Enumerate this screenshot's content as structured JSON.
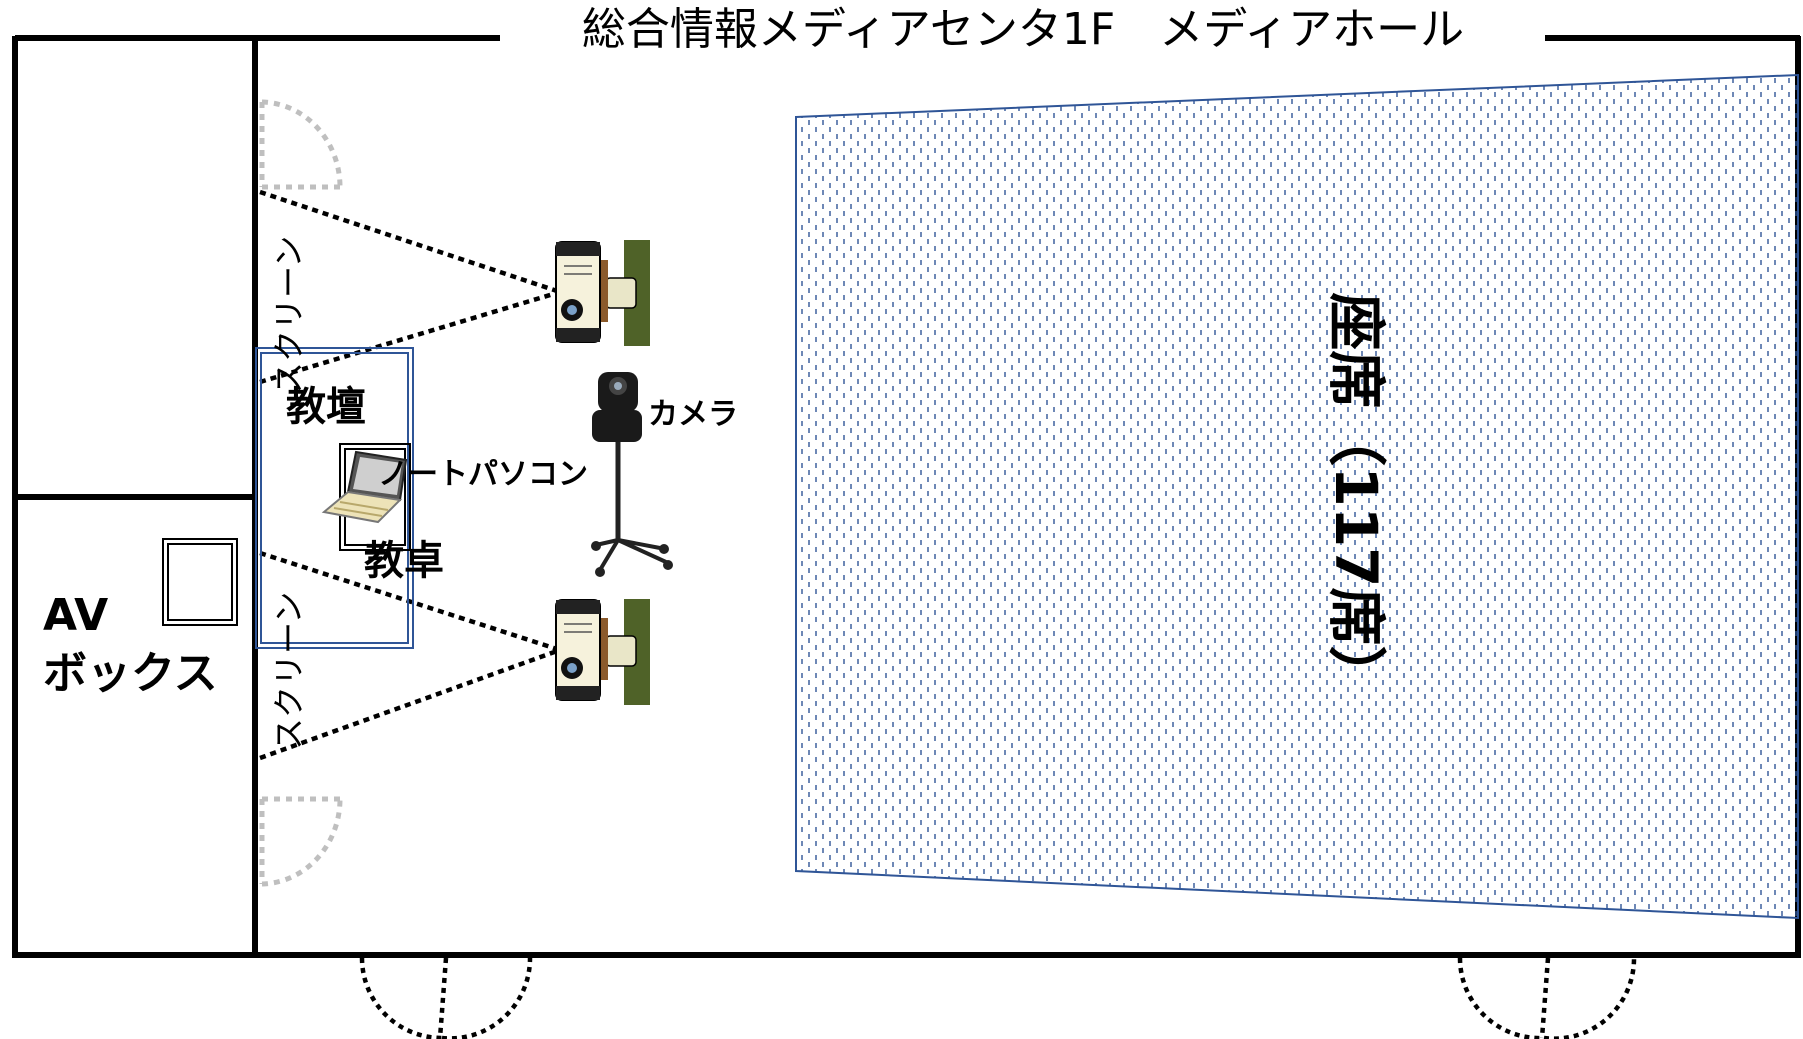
{
  "title": "総合情報メディアセンタ1F　メディアホール",
  "labels": {
    "av_box_line1": "AV",
    "av_box_line2": "ボックス",
    "screen_top": "スクリーン",
    "screen_bottom": "スクリーン",
    "podium": "教壇",
    "laptop": "ノートパソコン",
    "desk": "教卓",
    "camera": "カメラ",
    "seating": "座席（117席）"
  },
  "colors": {
    "wall": "#000000",
    "seating_stroke": "#2F5597",
    "seating_dots": "#2F5597",
    "podium_stroke": "#2F5597",
    "screen_arc": "#BFBFBF",
    "projector_mount": "#4F6228"
  },
  "icons": [
    "projector-icon",
    "camera-icon",
    "laptop-icon"
  ]
}
